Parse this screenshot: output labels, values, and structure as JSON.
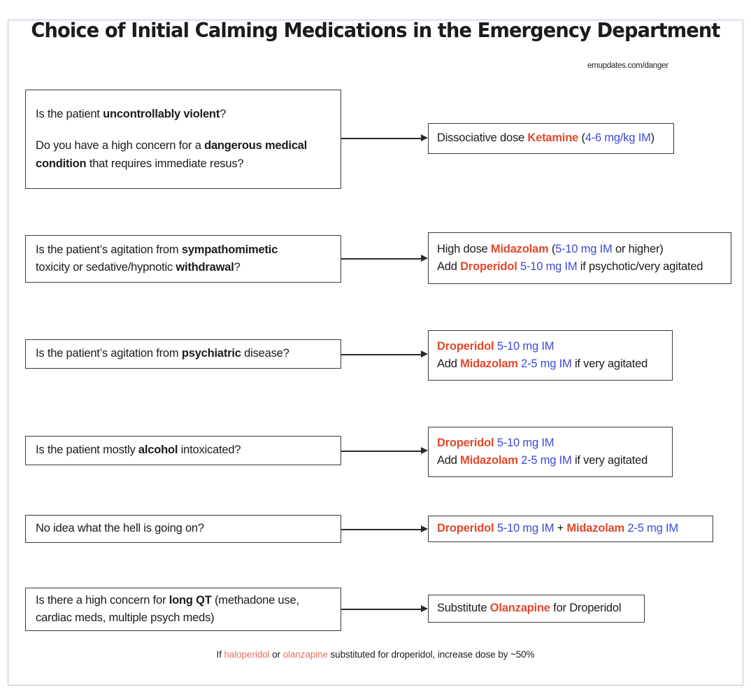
{
  "header": {
    "title": "Choice of Initial Calming Medications in the Emergency Department",
    "subtitle": "emupdates.com/danger"
  },
  "rows": [
    {
      "id": "uncontrollably-violent",
      "question": {
        "lines": [
          [
            {
              "t": "Is the patient ",
              "b": false
            },
            {
              "t": "uncontrollably violent",
              "b": true
            },
            {
              "t": "?",
              "b": false
            }
          ],
          [],
          [
            {
              "t": "Do you have a high concern for a ",
              "b": false
            },
            {
              "t": "dangerous medical",
              "b": true
            }
          ],
          [
            {
              "t": "condition",
              "b": true
            },
            {
              "t": " that requires immediate resus?",
              "b": false
            }
          ]
        ]
      },
      "answer": {
        "lines": [
          [
            {
              "t": "Dissociative dose ",
              "s": "plain"
            },
            {
              "t": "Ketamine",
              "s": "drug"
            },
            {
              "t": " (",
              "s": "plain"
            },
            {
              "t": "4-6 mg/kg IM",
              "s": "dose"
            },
            {
              "t": ")",
              "s": "plain"
            }
          ]
        ]
      }
    },
    {
      "id": "sympathomimetic-withdrawal",
      "question": {
        "lines": [
          [
            {
              "t": "Is the patient’s agitation from ",
              "b": false
            },
            {
              "t": "sympathomimetic",
              "b": true
            }
          ],
          [
            {
              "t": "toxicity or sedative/hypnotic ",
              "b": false
            },
            {
              "t": "withdrawal",
              "b": true
            },
            {
              "t": "?",
              "b": false
            }
          ]
        ]
      },
      "answer": {
        "lines": [
          [
            {
              "t": "High dose ",
              "s": "plain"
            },
            {
              "t": "Midazolam",
              "s": "drug"
            },
            {
              "t": " (",
              "s": "plain"
            },
            {
              "t": "5-10 mg IM",
              "s": "dose"
            },
            {
              "t": " or higher)",
              "s": "plain"
            }
          ],
          [
            {
              "t": "Add ",
              "s": "plain"
            },
            {
              "t": "Droperidol",
              "s": "drug"
            },
            {
              "t": " ",
              "s": "plain"
            },
            {
              "t": "5-10 mg IM",
              "s": "dose"
            },
            {
              "t": " if psychotic/very agitated",
              "s": "plain"
            }
          ]
        ]
      }
    },
    {
      "id": "psychiatric-disease",
      "question": {
        "lines": [
          [
            {
              "t": "Is the patient’s agitation from ",
              "b": false
            },
            {
              "t": "psychiatric",
              "b": true
            },
            {
              "t": " disease?",
              "b": false
            }
          ]
        ]
      },
      "answer": {
        "lines": [
          [
            {
              "t": "Droperidol",
              "s": "drug"
            },
            {
              "t": " ",
              "s": "plain"
            },
            {
              "t": "5-10 mg IM",
              "s": "dose"
            }
          ],
          [
            {
              "t": "Add ",
              "s": "plain"
            },
            {
              "t": "Midazolam",
              "s": "drug"
            },
            {
              "t": " ",
              "s": "plain"
            },
            {
              "t": "2-5 mg IM",
              "s": "dose"
            },
            {
              "t": " if very agitated",
              "s": "plain"
            }
          ]
        ]
      }
    },
    {
      "id": "alcohol-intoxicated",
      "question": {
        "lines": [
          [
            {
              "t": "Is the patient mostly ",
              "b": false
            },
            {
              "t": "alcohol",
              "b": true
            },
            {
              "t": " intoxicated?",
              "b": false
            }
          ]
        ]
      },
      "answer": {
        "lines": [
          [
            {
              "t": "Droperidol",
              "s": "drug"
            },
            {
              "t": " ",
              "s": "plain"
            },
            {
              "t": "5-10 mg IM",
              "s": "dose"
            }
          ],
          [
            {
              "t": "Add ",
              "s": "plain"
            },
            {
              "t": "Midazolam",
              "s": "drug"
            },
            {
              "t": " ",
              "s": "plain"
            },
            {
              "t": "2-5 mg IM",
              "s": "dose"
            },
            {
              "t": " if very agitated",
              "s": "plain"
            }
          ]
        ]
      }
    },
    {
      "id": "no-idea",
      "question": {
        "lines": [
          [
            {
              "t": "No idea what the hell is going on?",
              "b": false
            }
          ]
        ]
      },
      "answer": {
        "lines": [
          [
            {
              "t": "Droperidol",
              "s": "drug"
            },
            {
              "t": " ",
              "s": "plain"
            },
            {
              "t": "5-10 mg IM",
              "s": "dose"
            },
            {
              "t": " + ",
              "s": "plain"
            },
            {
              "t": "Midazolam",
              "s": "drug"
            },
            {
              "t": " ",
              "s": "plain"
            },
            {
              "t": "2-5 mg IM",
              "s": "dose"
            }
          ]
        ]
      }
    },
    {
      "id": "long-qt",
      "question": {
        "lines": [
          [
            {
              "t": "Is there a high concern for ",
              "b": false
            },
            {
              "t": "long QT",
              "b": true
            },
            {
              "t": " (methadone use,",
              "b": false
            }
          ],
          [
            {
              "t": "cardiac meds, multiple psych meds)",
              "b": false
            }
          ]
        ]
      },
      "answer": {
        "lines": [
          [
            {
              "t": "Substitute ",
              "s": "plain"
            },
            {
              "t": "Olanzapine",
              "s": "drug"
            },
            {
              "t": " for Droperidol",
              "s": "plain"
            }
          ]
        ]
      }
    }
  ],
  "footer": {
    "parts": [
      {
        "t": "If ",
        "hl": false
      },
      {
        "t": "haloperidol",
        "hl": true
      },
      {
        "t": " or ",
        "hl": false
      },
      {
        "t": "olanzapine",
        "hl": true
      },
      {
        "t": " substituted for droperidol, increase dose by ~50%",
        "hl": false
      }
    ]
  },
  "colors": {
    "drug": "#e0492b",
    "dose": "#3b49d8",
    "text": "#1b1b1b",
    "frame": "#b9bfe2",
    "box_border": "#3a3a3a",
    "footer_highlight": "#e8705c"
  }
}
